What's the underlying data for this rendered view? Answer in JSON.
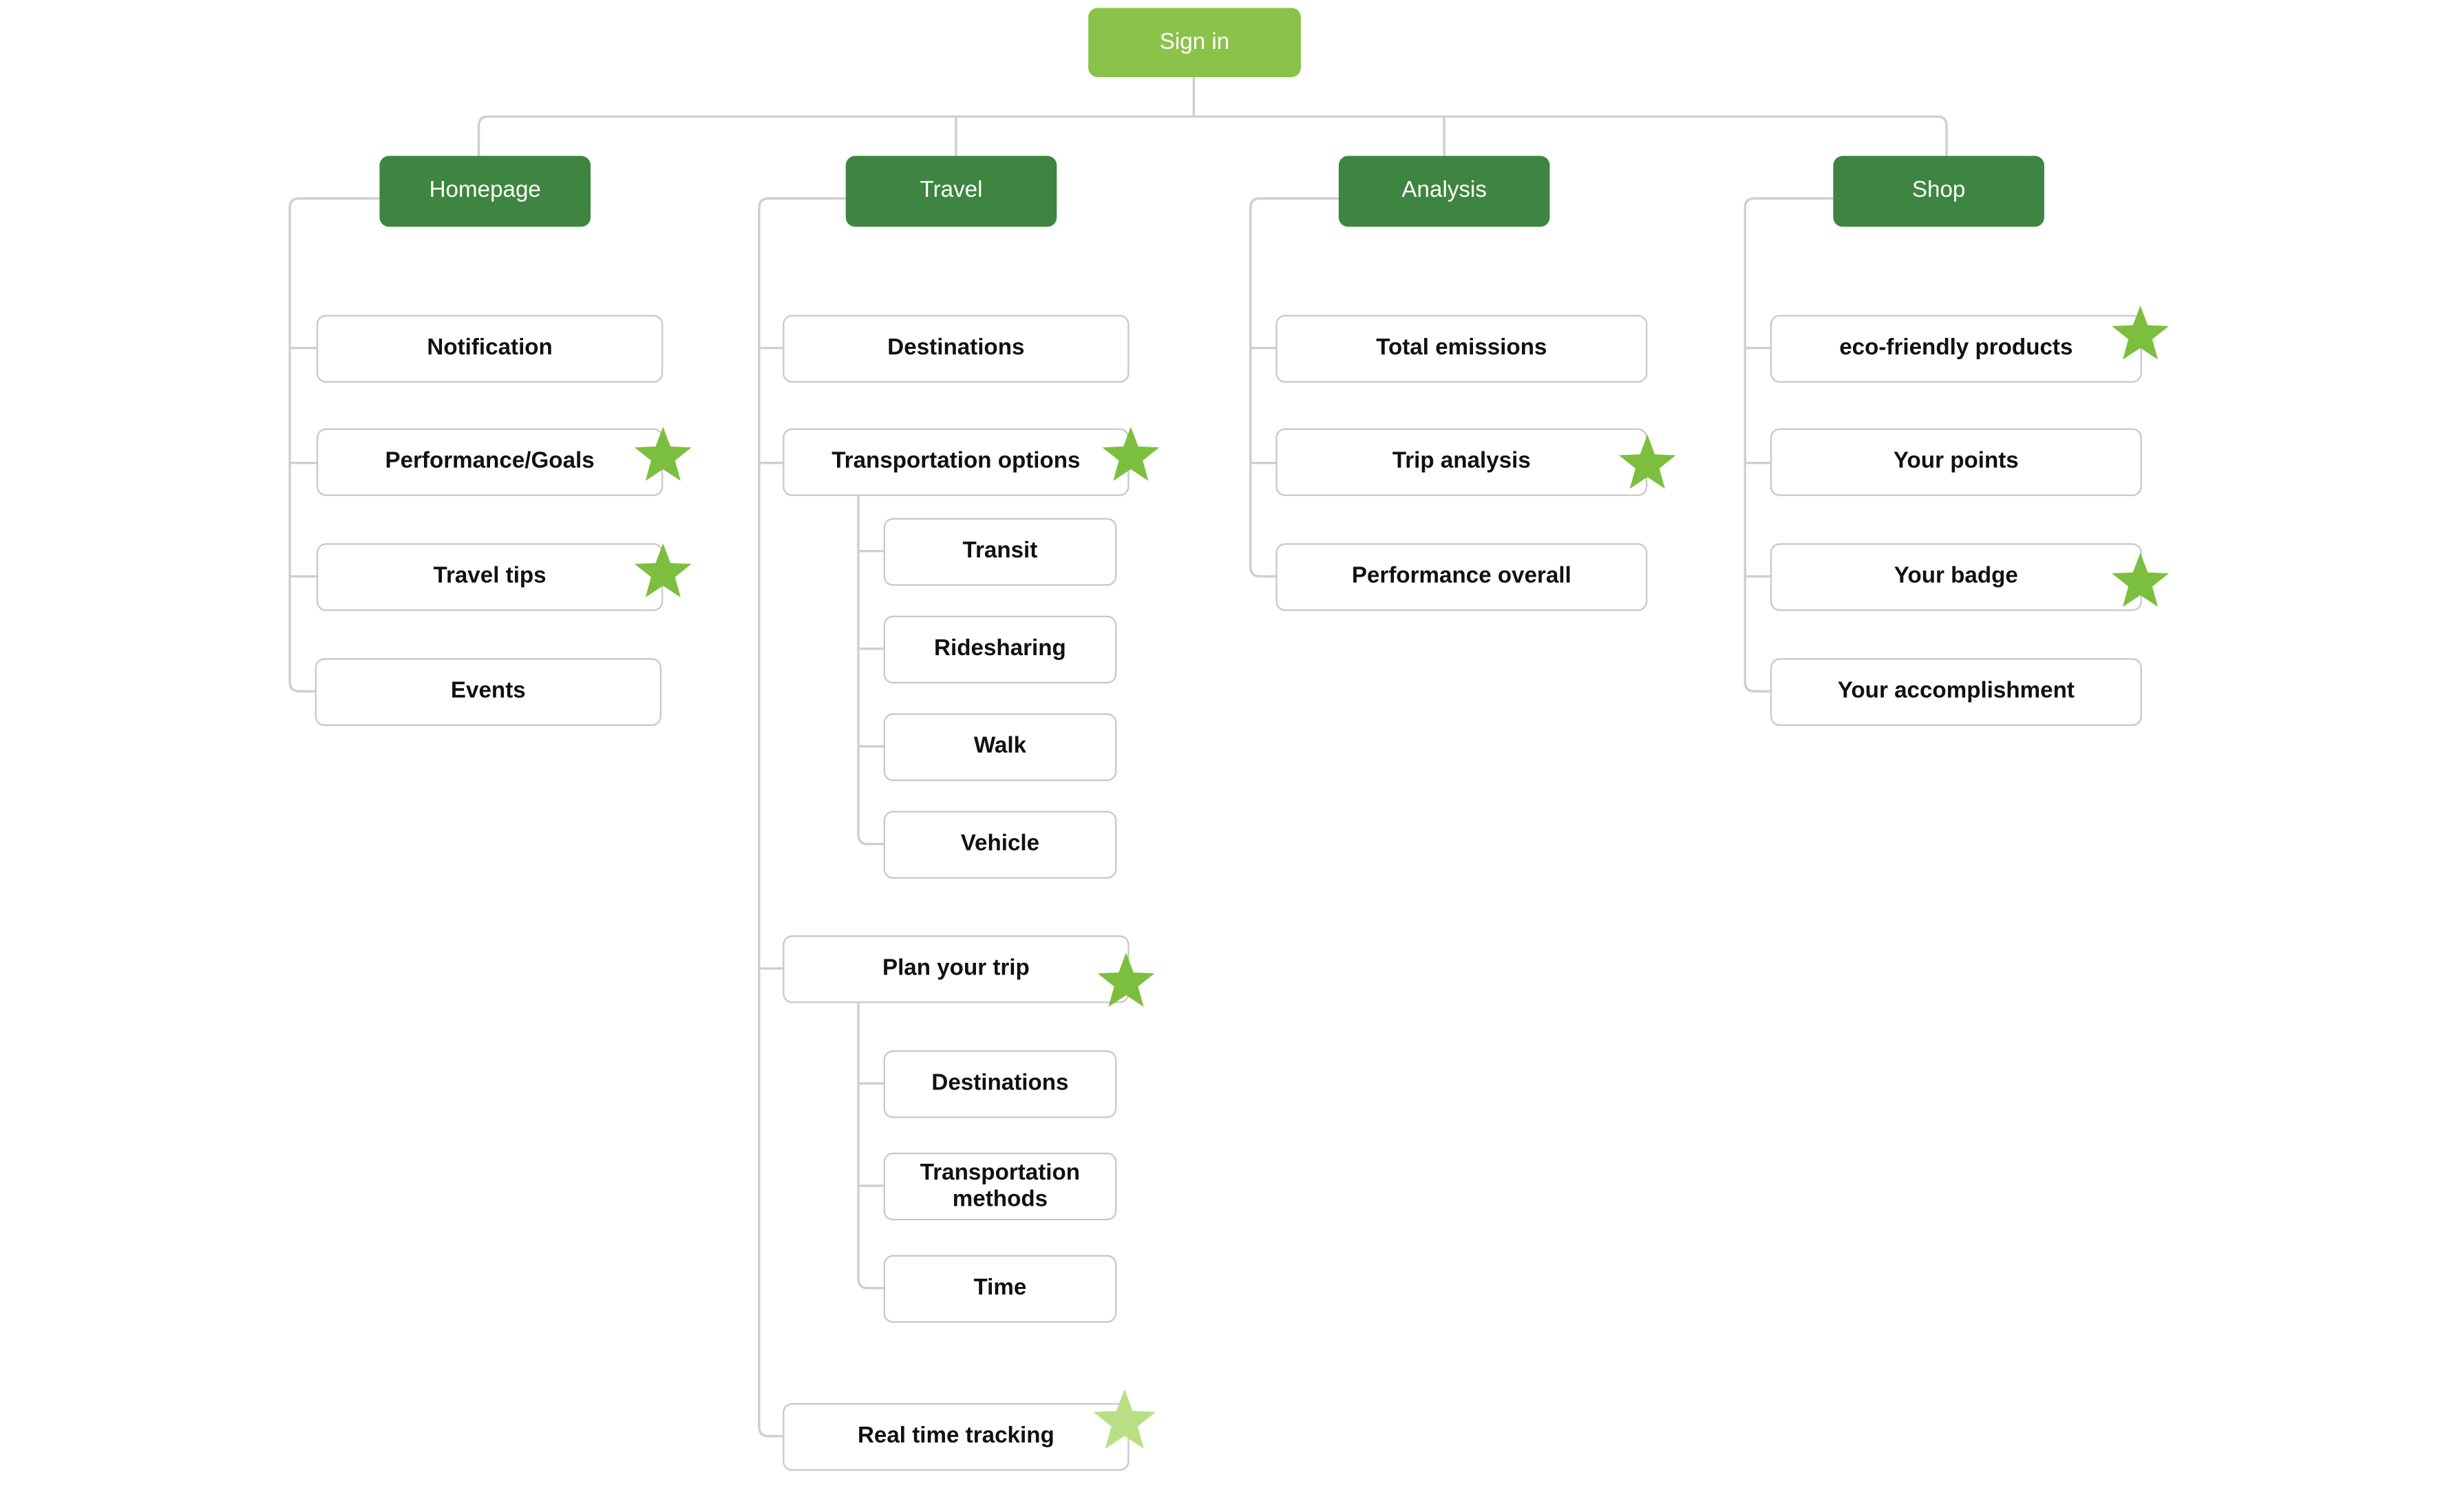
{
  "colors": {
    "root": "#8bc34a",
    "category": "#3d8540",
    "star": "#7cbf3f",
    "star_light": "#b9df85",
    "connector": "#cfcfcf"
  },
  "root": {
    "label": "Sign in"
  },
  "categories": [
    {
      "label": "Homepage",
      "items": [
        {
          "label": "Notification"
        },
        {
          "label": "Performance/Goals",
          "starred": true
        },
        {
          "label": "Travel tips",
          "starred": true
        },
        {
          "label": "Events"
        }
      ]
    },
    {
      "label": "Travel",
      "items": [
        {
          "label": "Destinations"
        },
        {
          "label": "Transportation options",
          "starred": true,
          "children": [
            {
              "label": "Transit"
            },
            {
              "label": "Ridesharing"
            },
            {
              "label": "Walk"
            },
            {
              "label": "Vehicle"
            }
          ]
        },
        {
          "label": "Plan your trip",
          "starred": true,
          "children": [
            {
              "label": "Destinations"
            },
            {
              "label": "Transportation methods"
            },
            {
              "label": "Time"
            }
          ]
        },
        {
          "label": "Real time tracking",
          "starred": true,
          "star_style": "light"
        }
      ]
    },
    {
      "label": "Analysis",
      "items": [
        {
          "label": "Total emissions"
        },
        {
          "label": "Trip analysis",
          "starred": true
        },
        {
          "label": "Performance overall"
        }
      ]
    },
    {
      "label": "Shop",
      "items": [
        {
          "label": "eco-friendly products",
          "starred": true
        },
        {
          "label": "Your points"
        },
        {
          "label": "Your badge",
          "starred": true
        },
        {
          "label": "Your accomplishment"
        }
      ]
    }
  ]
}
